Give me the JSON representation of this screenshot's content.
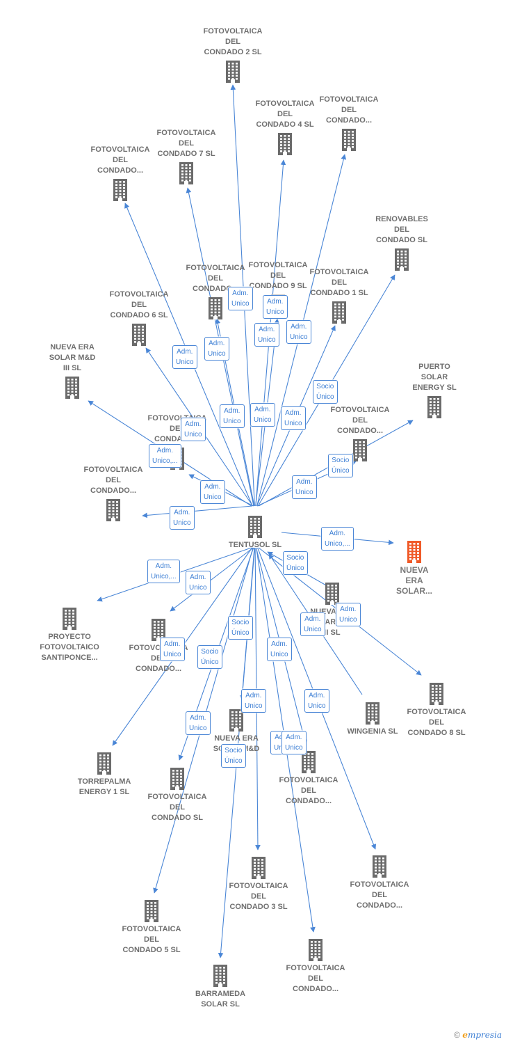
{
  "center": {
    "name": "TENTUSOL SL"
  },
  "focus": {
    "name": "NUEVA\nERA\nSOLAR...",
    "color": "#f05a28"
  },
  "colors": {
    "building": "#6b6b6b",
    "edge": "#4a86d6",
    "edge_label_text": "#3d7fd4"
  },
  "nodes": [
    {
      "name": "FOTOVOLTAICA\nDEL\nCONDADO 2 SL"
    },
    {
      "name": "FOTOVOLTAICA\nDEL\nCONDADO 4 SL"
    },
    {
      "name": "FOTOVOLTAICA\nDEL\nCONDADO..."
    },
    {
      "name": "FOTOVOLTAICA\nDEL\nCONDADO 7 SL"
    },
    {
      "name": "FOTOVOLTAICA\nDEL\nCONDADO..."
    },
    {
      "name": "RENOVABLES\nDEL\nCONDADO SL"
    },
    {
      "name": "FOTOVOLTAICA\nDEL\nCONDADO..."
    },
    {
      "name": "FOTOVOLTAICA\nDEL\nCONDADO 9 SL"
    },
    {
      "name": "FOTOVOLTAICA\nDEL\nCONDADO 1 SL"
    },
    {
      "name": "FOTOVOLTAICA\nDEL\nCONDADO 6 SL"
    },
    {
      "name": "NUEVA ERA\nSOLAR M&D\nIII  SL"
    },
    {
      "name": "PUERTO\nSOLAR\nENERGY  SL"
    },
    {
      "name": "FOTOVOLTAICA\nDEL\nCONDADO..."
    },
    {
      "name": "FOTOVOLTAICA\nDEL\nCONDADO..."
    },
    {
      "name": "FOTOVOLTAICA\nDEL\nCONDADO..."
    },
    {
      "name": "PROYECTO\nFOTOVOLTAICO\nSANTIPONCE..."
    },
    {
      "name": "FOTOVOLTAICA\nDEL\nCONDADO..."
    },
    {
      "name": "NUEVA ERA\nSOLAR M&D\nII  SL"
    },
    {
      "name": "FOTOVOLTAICA\nDEL\nCONDADO 8 SL"
    },
    {
      "name": "WINGENIA SL"
    },
    {
      "name": "NUEVA ERA\nSOLAR M&D"
    },
    {
      "name": "TORREPALMA\nENERGY 1  SL"
    },
    {
      "name": "FOTOVOLTAICA\nDEL\nCONDADO SL"
    },
    {
      "name": "FOTOVOLTAICA\nDEL\nCONDADO..."
    },
    {
      "name": "FOTOVOLTAICA\nDEL\nCONDADO 3 SL"
    },
    {
      "name": "FOTOVOLTAICA\nDEL\nCONDADO..."
    },
    {
      "name": "FOTOVOLTAICA\nDEL\nCONDADO 5 SL"
    },
    {
      "name": "FOTOVOLTAICA\nDEL\nCONDADO..."
    },
    {
      "name": "BARRAMEDA\nSOLAR  SL"
    }
  ],
  "edge_labels": [
    "Adm.\nUnico",
    "Adm.\nUnico",
    "Adm.\nUnico",
    "Adm.\nUnico",
    "Adm.\nUnico",
    "Socio\nÚnico",
    "Adm.\nUnico",
    "Adm.\nUnico",
    "Adm.\nUnico",
    "Adm.\nUnico",
    "Adm.\nUnico",
    "Adm.\nUnico,...",
    "Adm.\nUnico",
    "Socio\nÚnico",
    "Adm.\nUnico",
    "Adm.\nUnico",
    "Adm.\nUnico,...",
    "Socio\nÚnico",
    "Adm.\nUnico,...",
    "Adm.\nUnico",
    "Adm.\nUnico",
    "Adm.\nUnico",
    "Socio\nÚnico",
    "Adm.\nUnico",
    "Socio\nÚnico",
    "Adm.\nUnico",
    "Adm.\nUnico",
    "Adm.\nUnico",
    "Adm.\nUnico",
    "Adm.\nUnico",
    "Adm.\nUnico",
    "Socio\nÚnico"
  ],
  "footer": {
    "copyright": "©",
    "brand_e": "e",
    "brand_rest": "mpresia"
  }
}
